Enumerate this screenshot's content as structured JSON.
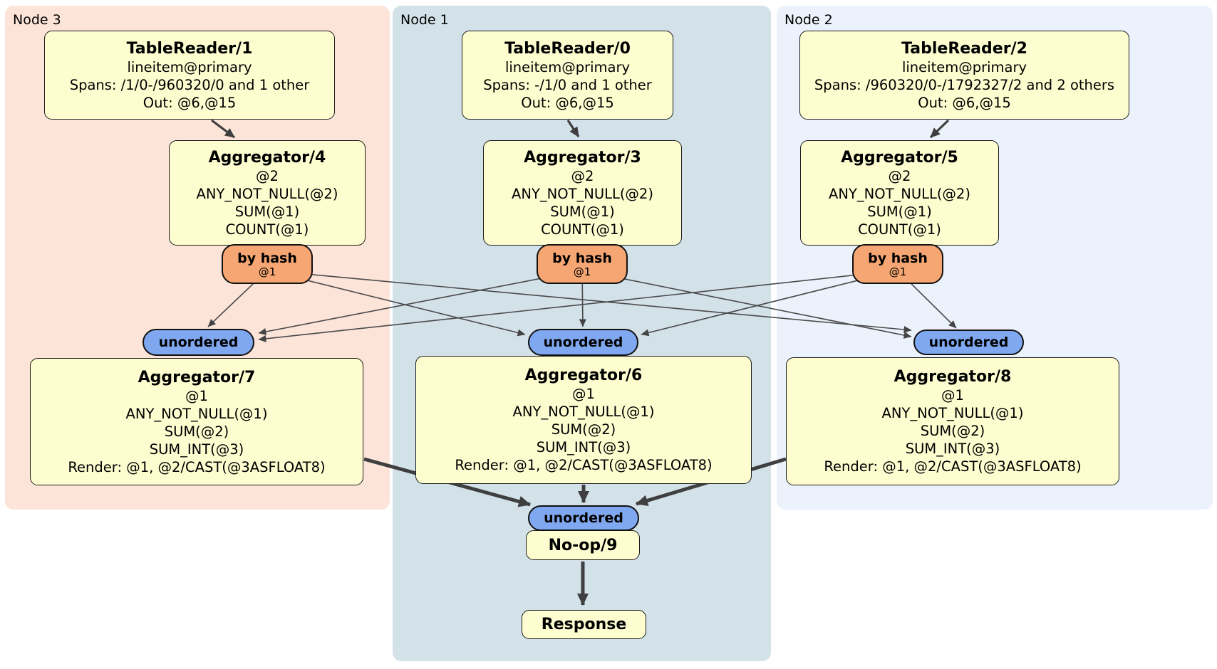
{
  "regions": {
    "node3": {
      "label": "Node 3"
    },
    "node1": {
      "label": "Node 1"
    },
    "node2": {
      "label": "Node 2"
    }
  },
  "boxes": {
    "tr1": {
      "title": "TableReader/1",
      "lines": [
        "lineitem@primary",
        "Spans: /1/0-/960320/0 and 1 other",
        "Out: @6,@15"
      ]
    },
    "tr0": {
      "title": "TableReader/0",
      "lines": [
        "lineitem@primary",
        "Spans: -/1/0 and 1 other",
        "Out: @6,@15"
      ]
    },
    "tr2": {
      "title": "TableReader/2",
      "lines": [
        "lineitem@primary",
        "Spans: /960320/0-/1792327/2 and 2 others",
        "Out: @6,@15"
      ]
    },
    "agg4": {
      "title": "Aggregator/4",
      "lines": [
        "@2",
        "ANY_NOT_NULL(@2)",
        "SUM(@1)",
        "COUNT(@1)"
      ]
    },
    "agg3": {
      "title": "Aggregator/3",
      "lines": [
        "@2",
        "ANY_NOT_NULL(@2)",
        "SUM(@1)",
        "COUNT(@1)"
      ]
    },
    "agg5": {
      "title": "Aggregator/5",
      "lines": [
        "@2",
        "ANY_NOT_NULL(@2)",
        "SUM(@1)",
        "COUNT(@1)"
      ]
    },
    "agg7": {
      "title": "Aggregator/7",
      "lines": [
        "@1",
        "ANY_NOT_NULL(@1)",
        "SUM(@2)",
        "SUM_INT(@3)",
        "Render: @1, @2/CAST(@3ASFLOAT8)"
      ]
    },
    "agg6": {
      "title": "Aggregator/6",
      "lines": [
        "@1",
        "ANY_NOT_NULL(@1)",
        "SUM(@2)",
        "SUM_INT(@3)",
        "Render: @1, @2/CAST(@3ASFLOAT8)"
      ]
    },
    "agg8": {
      "title": "Aggregator/8",
      "lines": [
        "@1",
        "ANY_NOT_NULL(@1)",
        "SUM(@2)",
        "SUM_INT(@3)",
        "Render: @1, @2/CAST(@3ASFLOAT8)"
      ]
    },
    "noop": {
      "title": "No-op/9"
    },
    "response": {
      "title": "Response"
    }
  },
  "pills": {
    "by_hash": {
      "label": "by hash",
      "key": "@1"
    },
    "unordered": {
      "label": "unordered"
    }
  },
  "colors": {
    "node3_bg": "#fce4d8",
    "node1_bg": "#d3e1e9",
    "node2_bg": "#ecf2fb",
    "box_bg": "#fdfdd0",
    "router_bg": "#f6a673",
    "sync_bg": "#80a8f0",
    "edge": "#444444"
  }
}
